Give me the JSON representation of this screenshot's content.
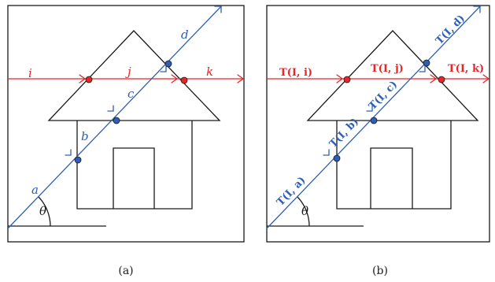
{
  "panels": [
    {
      "caption": "(a)",
      "angle_label": "θ",
      "horizontal_ray_labels": [
        "i",
        "j",
        "k"
      ],
      "diagonal_ray_labels": [
        "a",
        "b",
        "c",
        "d"
      ]
    },
    {
      "caption": "(b)",
      "angle_label": "θ",
      "horizontal_ray_labels": [
        "T(I, i)",
        "T(I, j)",
        "T(I, k)"
      ],
      "diagonal_ray_labels": [
        "T(I, a)",
        "T(I, b)",
        "T(I, c)",
        "T(I, d)"
      ]
    }
  ],
  "colors": {
    "horizontal_ray": "#e8262a",
    "diagonal_ray": "#2f5fb3",
    "outline": "#1a1a1a"
  }
}
